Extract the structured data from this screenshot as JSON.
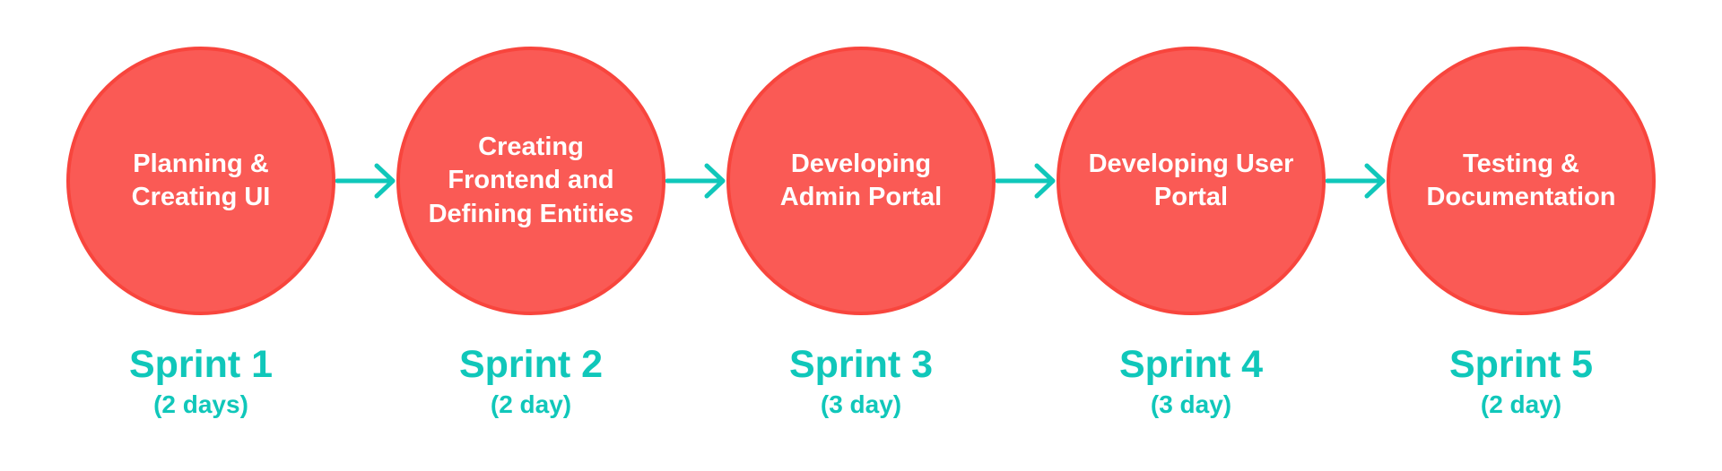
{
  "colors": {
    "background": "#ffffff",
    "circle_fill": "#fa5a55",
    "circle_stroke": "#f8453d",
    "circle_text": "#ffffff",
    "teal": "#10c7ba"
  },
  "diagram": {
    "type": "sprint-flow-timeline",
    "arrow_icon": "arrow-right-icon",
    "stages": [
      {
        "title_lines": [
          "Planning &",
          "Creating UI"
        ],
        "sprint": "Sprint 1",
        "duration": "(2 days)"
      },
      {
        "title_lines": [
          "Creating",
          "Frontend and",
          "Defining Entities"
        ],
        "sprint": "Sprint 2",
        "duration": "(2 day)"
      },
      {
        "title_lines": [
          "Developing",
          "Admin Portal"
        ],
        "sprint": "Sprint 3",
        "duration": "(3 day)"
      },
      {
        "title_lines": [
          "Developing User",
          "Portal"
        ],
        "sprint": "Sprint 4",
        "duration": "(3 day)"
      },
      {
        "title_lines": [
          "Testing &",
          "Documentation"
        ],
        "sprint": "Sprint 5",
        "duration": "(2 day)"
      }
    ]
  }
}
